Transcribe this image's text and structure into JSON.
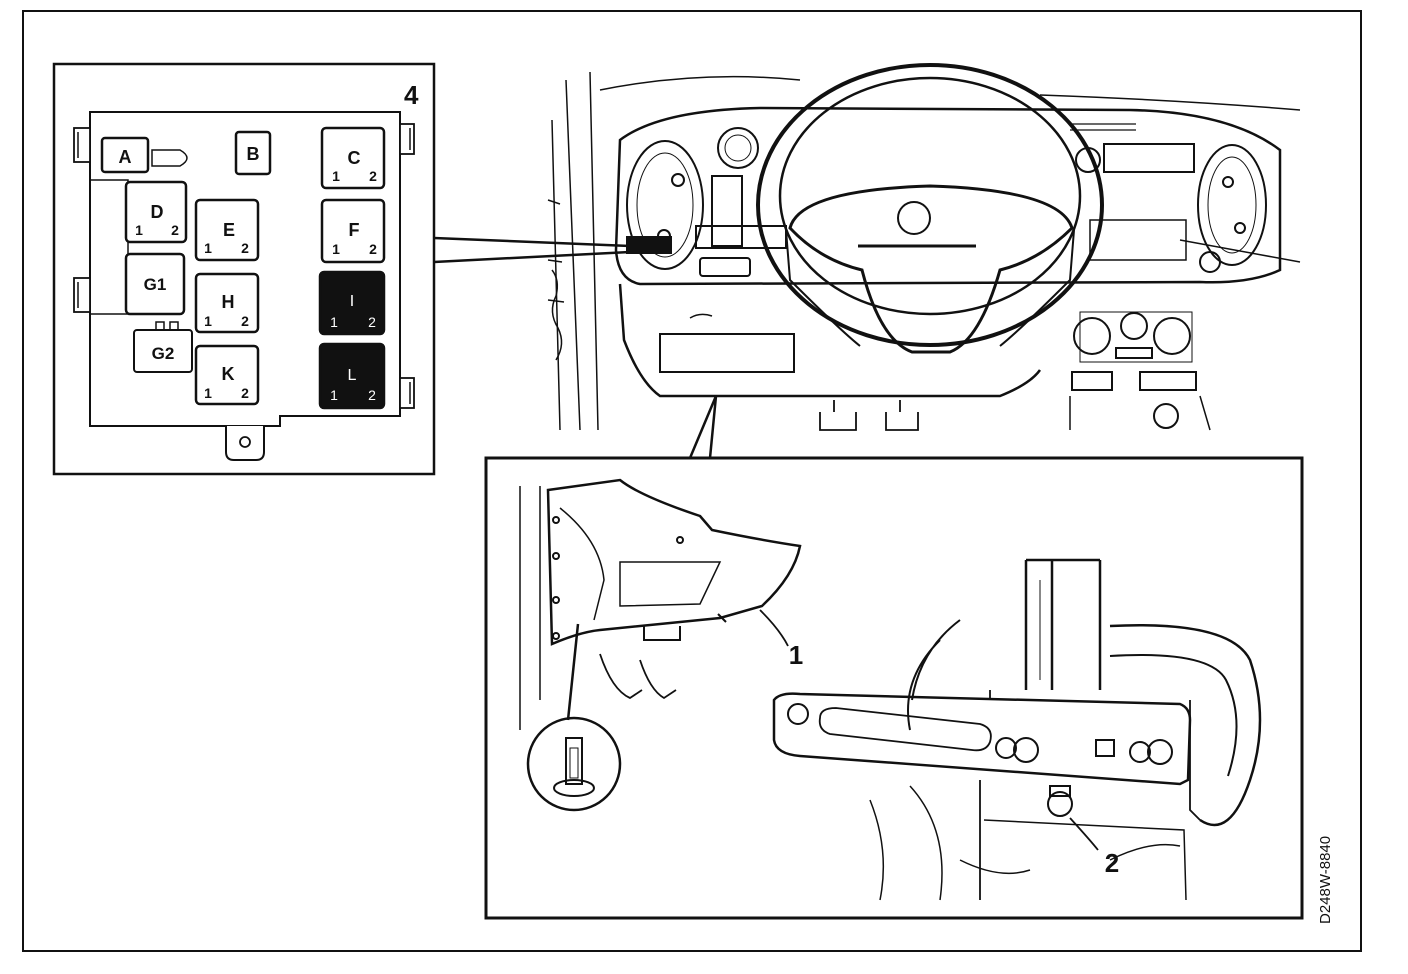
{
  "panel": {
    "number": "4",
    "relays": [
      {
        "id": "A",
        "label": "A",
        "pins": [
          "",
          ""
        ]
      },
      {
        "id": "B",
        "label": "B",
        "pins": [
          "",
          ""
        ]
      },
      {
        "id": "C",
        "label": "C",
        "pins": [
          "1",
          "2"
        ]
      },
      {
        "id": "D",
        "label": "D",
        "pins": [
          "1",
          "2"
        ]
      },
      {
        "id": "E",
        "label": "E",
        "pins": [
          "1",
          "2"
        ]
      },
      {
        "id": "F",
        "label": "F",
        "pins": [
          "1",
          "2"
        ]
      },
      {
        "id": "G1",
        "label": "G1",
        "pins": [
          "",
          ""
        ]
      },
      {
        "id": "H",
        "label": "H",
        "pins": [
          "1",
          "2"
        ]
      },
      {
        "id": "I",
        "label": "I",
        "pins": [
          "1",
          "2"
        ],
        "highlighted": true
      },
      {
        "id": "G2",
        "label": "G2",
        "pins": [
          "",
          ""
        ]
      },
      {
        "id": "K",
        "label": "K",
        "pins": [
          "1",
          "2"
        ]
      },
      {
        "id": "L",
        "label": "L",
        "pins": [
          "1",
          "2"
        ],
        "highlighted": true
      }
    ]
  },
  "callouts": {
    "one": "1",
    "two": "2"
  },
  "figure_code": "D248W-8840",
  "colors": {
    "ink": "#111111",
    "highlight": "#111111",
    "paper": "#ffffff"
  }
}
